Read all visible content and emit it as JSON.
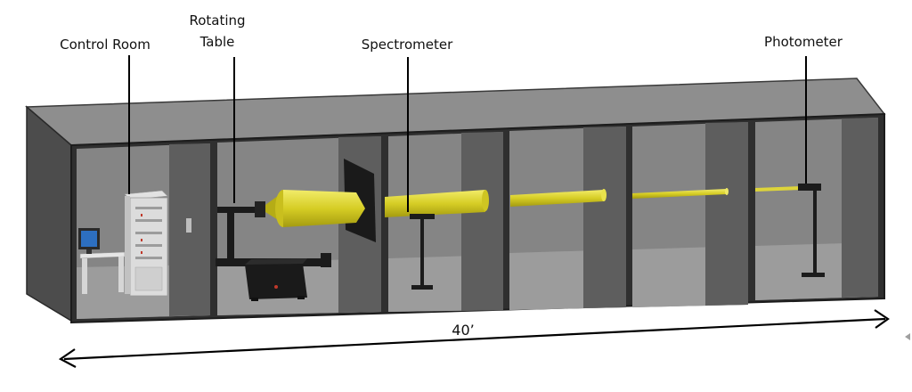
{
  "labels": {
    "control_room": "Control Room",
    "rotating_table_line1": "Rotating",
    "rotating_table_line2": "Table",
    "spectrometer": "Spectrometer",
    "photometer": "Photometer"
  },
  "dimension": {
    "length": "40’"
  },
  "colors": {
    "beam": "#d9d12a",
    "beam_edge": "#a89f12",
    "roof": "#8c8c8c",
    "interior": "#7d7d7d",
    "wall": "#3c3c3c",
    "floor": "#9a9a9a"
  }
}
